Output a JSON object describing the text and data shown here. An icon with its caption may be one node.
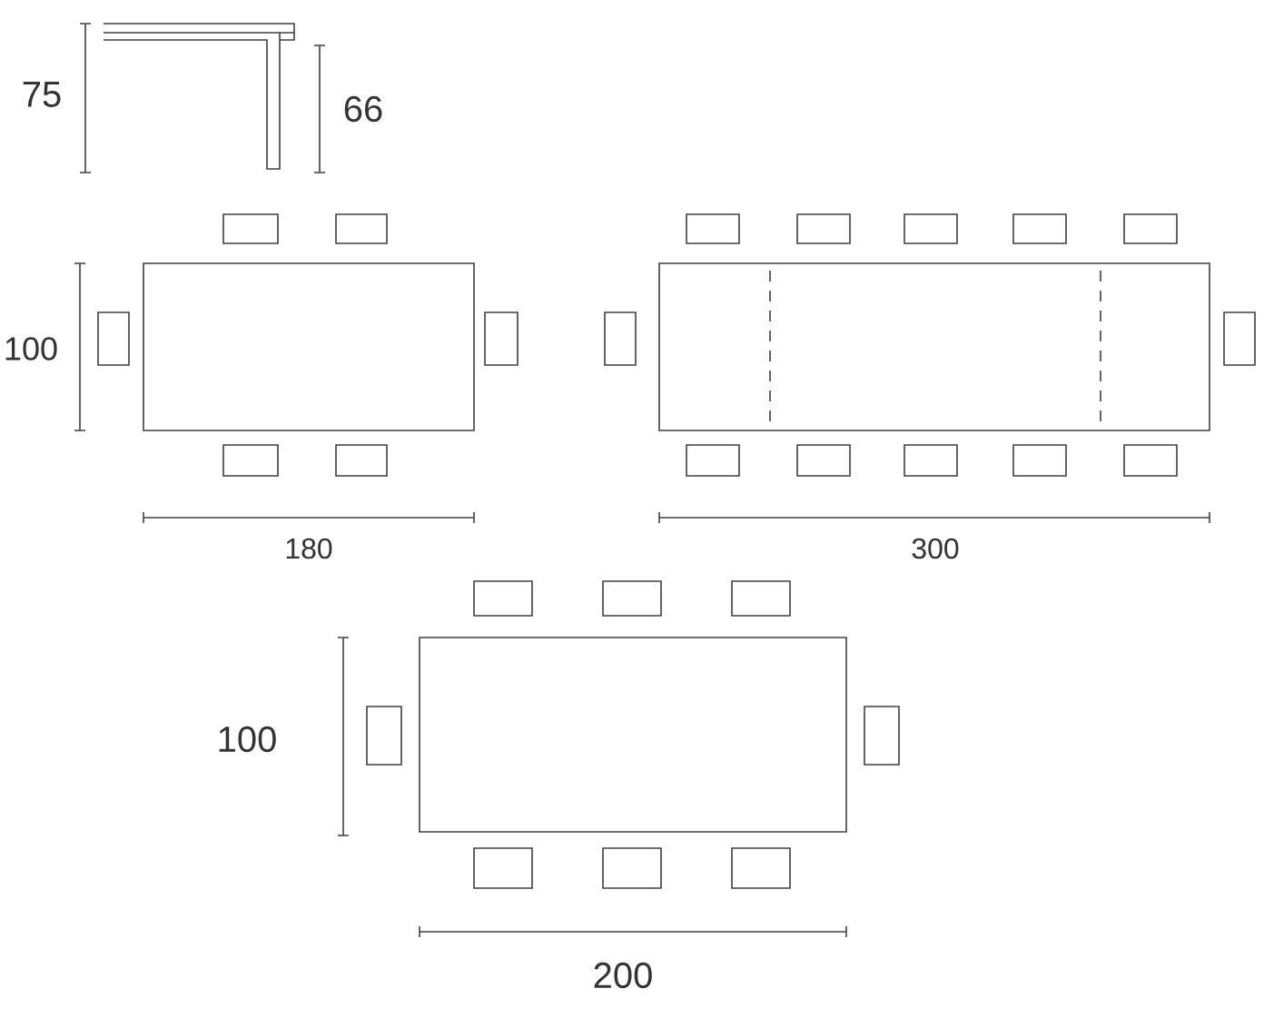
{
  "diagram": {
    "labels": [
      "75",
      "66",
      "100",
      "180",
      "300",
      "100",
      "200"
    ]
  }
}
